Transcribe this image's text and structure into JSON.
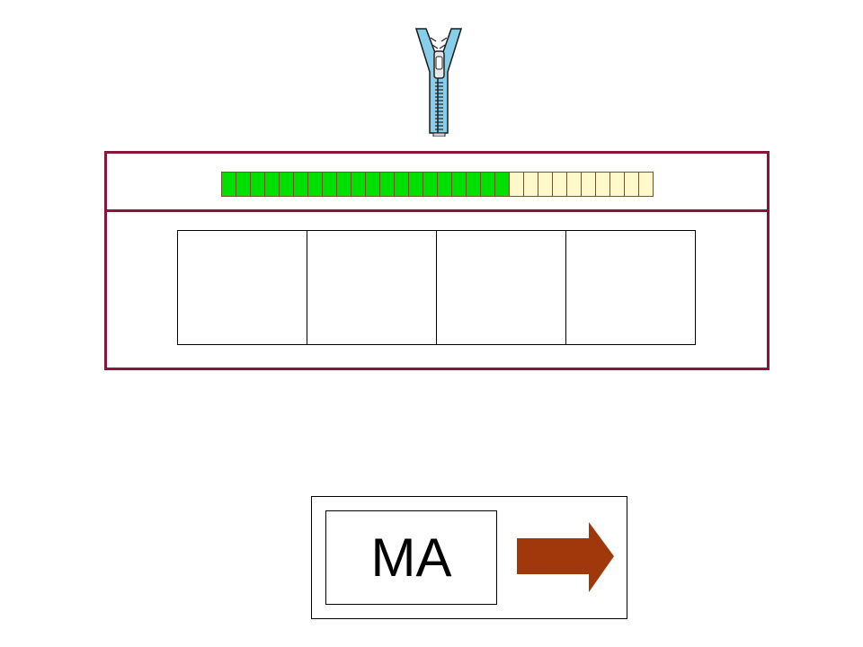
{
  "colors": {
    "frame": "#8b1538",
    "segment_done": "#00e000",
    "segment_todo": "#fff8c8",
    "arrow": "#a0380c",
    "zipper": "#87ceeb"
  },
  "icons": {
    "top": "zipper-icon",
    "next": "arrow-right-icon"
  },
  "progress": {
    "completed": 20,
    "total": 30
  },
  "slots": [
    "",
    "",
    "",
    ""
  ],
  "answer": {
    "word": "MA"
  }
}
